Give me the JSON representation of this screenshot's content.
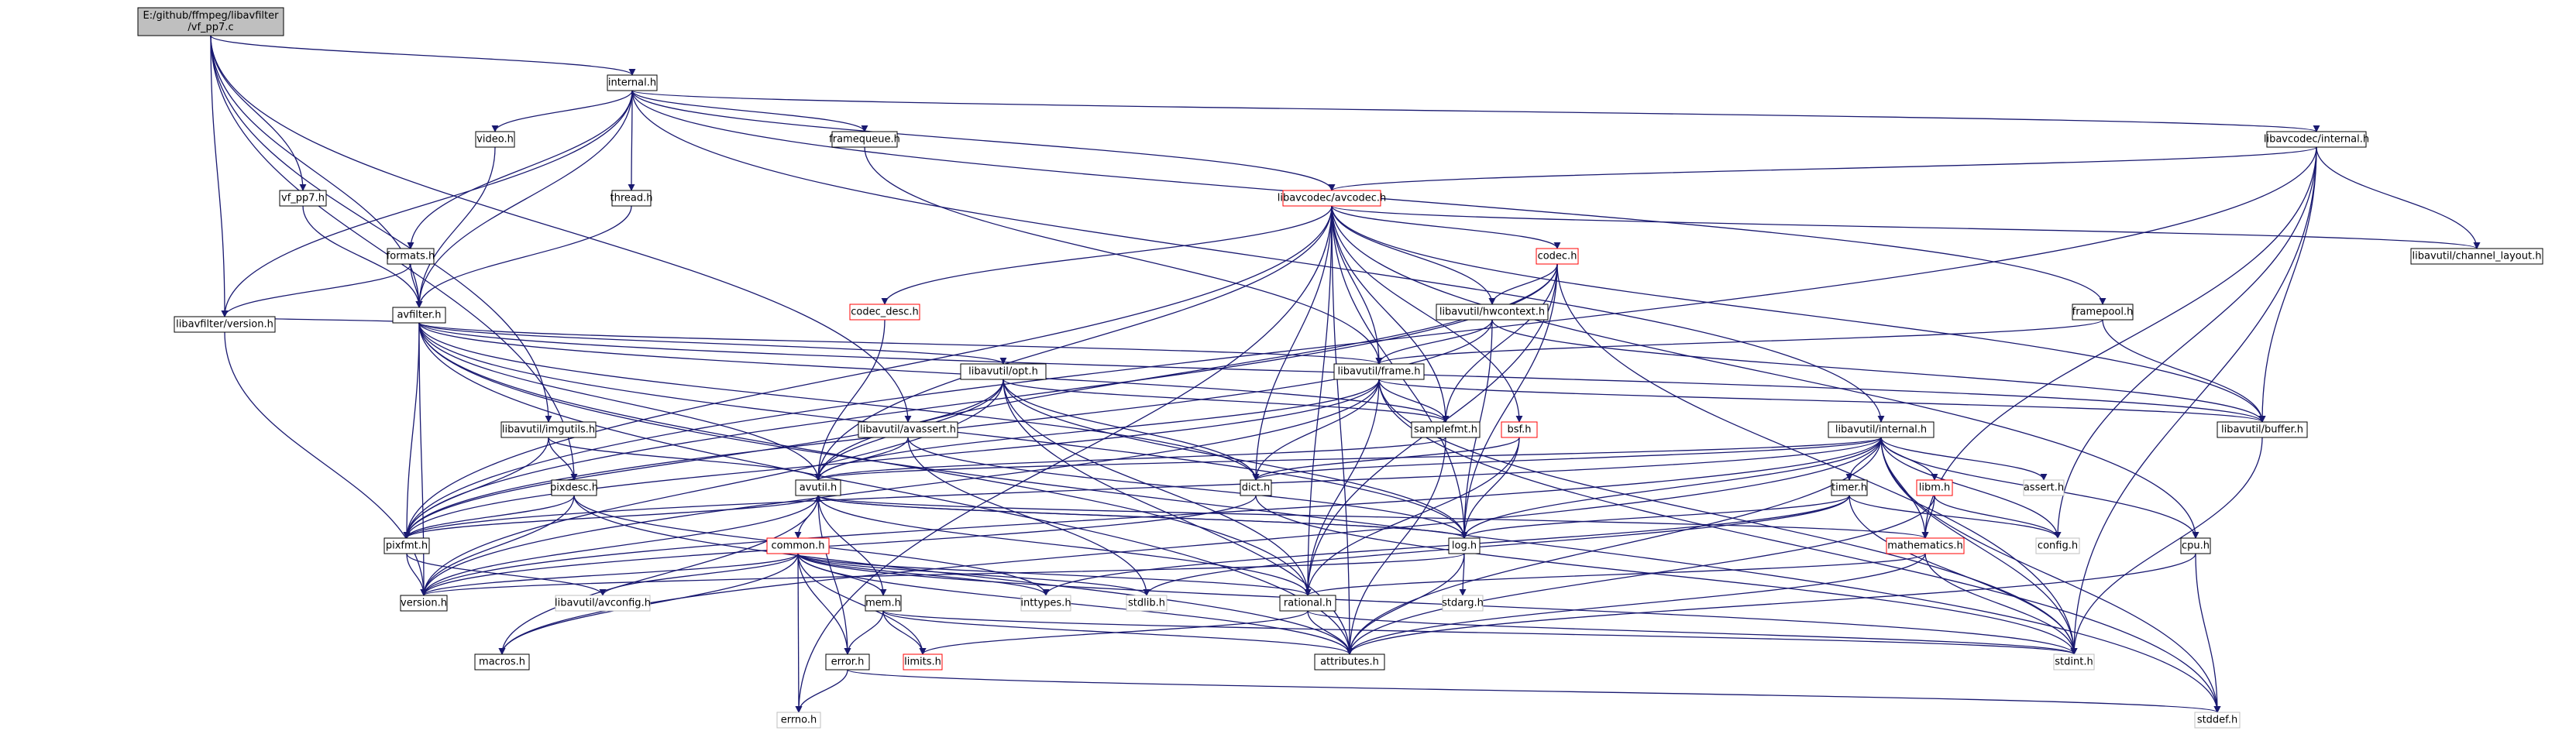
{
  "colors": {
    "edge": "#191970",
    "border_normal": "#000000",
    "border_incomplete": "#ff0000",
    "border_system": "#bfbfbf",
    "root_fill": "#bfbfbf",
    "fill": "#ffffff"
  },
  "nodes": [
    {
      "id": "root",
      "lines": [
        "E:/github/ffmpeg/libavfilter",
        "/vf_pp7.c"
      ],
      "kind": "root"
    },
    {
      "id": "internal",
      "lines": [
        "internal.h"
      ],
      "kind": "normal"
    },
    {
      "id": "vf_pp7",
      "lines": [
        "vf_pp7.h"
      ],
      "kind": "normal"
    },
    {
      "id": "video",
      "lines": [
        "video.h"
      ],
      "kind": "normal"
    },
    {
      "id": "framequeue",
      "lines": [
        "framequeue.h"
      ],
      "kind": "normal"
    },
    {
      "id": "thread",
      "lines": [
        "thread.h"
      ],
      "kind": "normal"
    },
    {
      "id": "formats",
      "lines": [
        "formats.h"
      ],
      "kind": "normal"
    },
    {
      "id": "avfilter",
      "lines": [
        "avfilter.h"
      ],
      "kind": "normal"
    },
    {
      "id": "lavfi_version",
      "lines": [
        "libavfilter/version.h"
      ],
      "kind": "normal"
    },
    {
      "id": "lavc_internal",
      "lines": [
        "libavcodec/internal.h"
      ],
      "kind": "normal"
    },
    {
      "id": "avcodec",
      "lines": [
        "libavcodec/avcodec.h"
      ],
      "kind": "incomplete"
    },
    {
      "id": "codec",
      "lines": [
        "codec.h"
      ],
      "kind": "incomplete"
    },
    {
      "id": "codec_desc",
      "lines": [
        "codec_desc.h"
      ],
      "kind": "incomplete"
    },
    {
      "id": "hwcontext",
      "lines": [
        "libavutil/hwcontext.h"
      ],
      "kind": "normal"
    },
    {
      "id": "framepool",
      "lines": [
        "framepool.h"
      ],
      "kind": "normal"
    },
    {
      "id": "channel_layout",
      "lines": [
        "libavutil/channel_layout.h"
      ],
      "kind": "normal"
    },
    {
      "id": "opt",
      "lines": [
        "libavutil/opt.h"
      ],
      "kind": "normal"
    },
    {
      "id": "frame",
      "lines": [
        "libavutil/frame.h"
      ],
      "kind": "normal"
    },
    {
      "id": "buffer",
      "lines": [
        "libavutil/buffer.h"
      ],
      "kind": "normal"
    },
    {
      "id": "imgutils",
      "lines": [
        "libavutil/imgutils.h"
      ],
      "kind": "normal"
    },
    {
      "id": "avassert",
      "lines": [
        "libavutil/avassert.h"
      ],
      "kind": "normal"
    },
    {
      "id": "samplefmt",
      "lines": [
        "samplefmt.h"
      ],
      "kind": "normal"
    },
    {
      "id": "bsf",
      "lines": [
        "bsf.h"
      ],
      "kind": "incomplete"
    },
    {
      "id": "lavu_internal",
      "lines": [
        "libavutil/internal.h"
      ],
      "kind": "normal"
    },
    {
      "id": "pixdesc",
      "lines": [
        "pixdesc.h"
      ],
      "kind": "normal"
    },
    {
      "id": "avutil",
      "lines": [
        "avutil.h"
      ],
      "kind": "normal"
    },
    {
      "id": "dict",
      "lines": [
        "dict.h"
      ],
      "kind": "normal"
    },
    {
      "id": "timer",
      "lines": [
        "timer.h"
      ],
      "kind": "normal"
    },
    {
      "id": "libm",
      "lines": [
        "libm.h"
      ],
      "kind": "incomplete"
    },
    {
      "id": "assert",
      "lines": [
        "assert.h"
      ],
      "kind": "system"
    },
    {
      "id": "pixfmt",
      "lines": [
        "pixfmt.h"
      ],
      "kind": "normal"
    },
    {
      "id": "log",
      "lines": [
        "log.h"
      ],
      "kind": "normal"
    },
    {
      "id": "config",
      "lines": [
        "config.h"
      ],
      "kind": "system"
    },
    {
      "id": "cpu",
      "lines": [
        "cpu.h"
      ],
      "kind": "normal"
    },
    {
      "id": "mathematics",
      "lines": [
        "mathematics.h"
      ],
      "kind": "incomplete"
    },
    {
      "id": "common",
      "lines": [
        "common.h"
      ],
      "kind": "incomplete"
    },
    {
      "id": "version",
      "lines": [
        "version.h"
      ],
      "kind": "normal"
    },
    {
      "id": "avconfig",
      "lines": [
        "libavutil/avconfig.h"
      ],
      "kind": "system"
    },
    {
      "id": "mem",
      "lines": [
        "mem.h"
      ],
      "kind": "normal"
    },
    {
      "id": "inttypes",
      "lines": [
        "inttypes.h"
      ],
      "kind": "system"
    },
    {
      "id": "stdlib",
      "lines": [
        "stdlib.h"
      ],
      "kind": "system"
    },
    {
      "id": "rational",
      "lines": [
        "rational.h"
      ],
      "kind": "normal"
    },
    {
      "id": "stdarg",
      "lines": [
        "stdarg.h"
      ],
      "kind": "system"
    },
    {
      "id": "macros",
      "lines": [
        "macros.h"
      ],
      "kind": "normal"
    },
    {
      "id": "error",
      "lines": [
        "error.h"
      ],
      "kind": "normal"
    },
    {
      "id": "limits",
      "lines": [
        "limits.h"
      ],
      "kind": "incomplete"
    },
    {
      "id": "attributes",
      "lines": [
        "attributes.h"
      ],
      "kind": "normal"
    },
    {
      "id": "stdint",
      "lines": [
        "stdint.h"
      ],
      "kind": "system"
    },
    {
      "id": "errno",
      "lines": [
        "errno.h"
      ],
      "kind": "system"
    },
    {
      "id": "stddef",
      "lines": [
        "stddef.h"
      ],
      "kind": "system"
    }
  ],
  "edges": [
    [
      "root",
      "internal"
    ],
    [
      "root",
      "vf_pp7"
    ],
    [
      "root",
      "avfilter"
    ],
    [
      "root",
      "lavfi_version"
    ],
    [
      "root",
      "pixdesc"
    ],
    [
      "root",
      "imgutils"
    ],
    [
      "root",
      "avassert"
    ],
    [
      "internal",
      "video"
    ],
    [
      "internal",
      "framequeue"
    ],
    [
      "internal",
      "thread"
    ],
    [
      "internal",
      "formats"
    ],
    [
      "internal",
      "avfilter"
    ],
    [
      "internal",
      "lavfi_version"
    ],
    [
      "internal",
      "lavc_internal"
    ],
    [
      "internal",
      "avcodec"
    ],
    [
      "internal",
      "framepool"
    ],
    [
      "internal",
      "lavu_internal"
    ],
    [
      "vf_pp7",
      "avfilter"
    ],
    [
      "video",
      "avfilter"
    ],
    [
      "framequeue",
      "frame"
    ],
    [
      "thread",
      "avfilter"
    ],
    [
      "formats",
      "avfilter"
    ],
    [
      "formats",
      "lavfi_version"
    ],
    [
      "lavc_internal",
      "avcodec"
    ],
    [
      "lavc_internal",
      "channel_layout"
    ],
    [
      "lavc_internal",
      "buffer"
    ],
    [
      "lavc_internal",
      "pixfmt"
    ],
    [
      "lavc_internal",
      "mathematics"
    ],
    [
      "lavc_internal",
      "config"
    ],
    [
      "lavc_internal",
      "stdint"
    ],
    [
      "avcodec",
      "codec"
    ],
    [
      "avcodec",
      "codec_desc"
    ],
    [
      "avcodec",
      "hwcontext"
    ],
    [
      "avcodec",
      "frame"
    ],
    [
      "avcodec",
      "samplefmt"
    ],
    [
      "avcodec",
      "bsf"
    ],
    [
      "avcodec",
      "avutil"
    ],
    [
      "avcodec",
      "dict"
    ],
    [
      "avcodec",
      "log"
    ],
    [
      "avcodec",
      "pixfmt"
    ],
    [
      "avcodec",
      "rational"
    ],
    [
      "avcodec",
      "attributes"
    ],
    [
      "avcodec",
      "buffer"
    ],
    [
      "avcodec",
      "cpu"
    ],
    [
      "avcodec",
      "channel_layout"
    ],
    [
      "avcodec",
      "errno"
    ],
    [
      "codec",
      "hwcontext"
    ],
    [
      "codec",
      "log"
    ],
    [
      "codec",
      "pixfmt"
    ],
    [
      "codec",
      "rational"
    ],
    [
      "codec",
      "samplefmt"
    ],
    [
      "codec",
      "avutil"
    ],
    [
      "codec",
      "stdint"
    ],
    [
      "codec_desc",
      "avutil"
    ],
    [
      "hwcontext",
      "buffer"
    ],
    [
      "hwcontext",
      "frame"
    ],
    [
      "hwcontext",
      "log"
    ],
    [
      "hwcontext",
      "pixfmt"
    ],
    [
      "framepool",
      "frame"
    ],
    [
      "framepool",
      "buffer"
    ],
    [
      "avfilter",
      "lavfi_version"
    ],
    [
      "avfilter",
      "opt"
    ],
    [
      "avfilter",
      "frame"
    ],
    [
      "avfilter",
      "avutil"
    ],
    [
      "avfilter",
      "buffer"
    ],
    [
      "avfilter",
      "dict"
    ],
    [
      "avfilter",
      "log"
    ],
    [
      "avfilter",
      "pixfmt"
    ],
    [
      "avfilter",
      "rational"
    ],
    [
      "avfilter",
      "samplefmt"
    ],
    [
      "avfilter",
      "version"
    ],
    [
      "avfilter",
      "attributes"
    ],
    [
      "avfilter",
      "stddef"
    ],
    [
      "lavfi_version",
      "version"
    ],
    [
      "opt",
      "avutil"
    ],
    [
      "opt",
      "dict"
    ],
    [
      "opt",
      "log"
    ],
    [
      "opt",
      "pixfmt"
    ],
    [
      "opt",
      "rational"
    ],
    [
      "opt",
      "samplefmt"
    ],
    [
      "opt",
      "version"
    ],
    [
      "opt",
      "attributes"
    ],
    [
      "frame",
      "avutil"
    ],
    [
      "frame",
      "buffer"
    ],
    [
      "frame",
      "dict"
    ],
    [
      "frame",
      "rational"
    ],
    [
      "frame",
      "samplefmt"
    ],
    [
      "frame",
      "pixfmt"
    ],
    [
      "frame",
      "version"
    ],
    [
      "frame",
      "stdint"
    ],
    [
      "frame",
      "stddef"
    ],
    [
      "buffer",
      "stdint"
    ],
    [
      "imgutils",
      "avutil"
    ],
    [
      "imgutils",
      "pixdesc"
    ],
    [
      "imgutils",
      "pixfmt"
    ],
    [
      "avassert",
      "avutil"
    ],
    [
      "avassert",
      "log"
    ],
    [
      "avassert",
      "stdlib"
    ],
    [
      "samplefmt",
      "avutil"
    ],
    [
      "samplefmt",
      "attributes"
    ],
    [
      "bsf",
      "dict"
    ],
    [
      "bsf",
      "log"
    ],
    [
      "bsf",
      "rational"
    ],
    [
      "lavu_internal",
      "timer"
    ],
    [
      "lavu_internal",
      "libm"
    ],
    [
      "lavu_internal",
      "cpu"
    ],
    [
      "lavu_internal",
      "dict"
    ],
    [
      "lavu_internal",
      "pixfmt"
    ],
    [
      "lavu_internal",
      "version"
    ],
    [
      "lavu_internal",
      "attributes"
    ],
    [
      "lavu_internal",
      "config"
    ],
    [
      "lavu_internal",
      "assert"
    ],
    [
      "lavu_internal",
      "stdint"
    ],
    [
      "lavu_internal",
      "stddef"
    ],
    [
      "lavu_internal",
      "macros"
    ],
    [
      "lavu_internal",
      "avutil"
    ],
    [
      "lavu_internal",
      "log"
    ],
    [
      "lavu_internal",
      "mathematics"
    ],
    [
      "pixdesc",
      "pixfmt"
    ],
    [
      "pixdesc",
      "version"
    ],
    [
      "pixdesc",
      "attributes"
    ],
    [
      "pixdesc",
      "inttypes"
    ],
    [
      "avutil",
      "common"
    ],
    [
      "avutil",
      "error"
    ],
    [
      "avutil",
      "rational"
    ],
    [
      "avutil",
      "version"
    ],
    [
      "avutil",
      "macros"
    ],
    [
      "avutil",
      "mathematics"
    ],
    [
      "avutil",
      "log"
    ],
    [
      "avutil",
      "pixfmt"
    ],
    [
      "dict",
      "stdint"
    ],
    [
      "dict",
      "version"
    ],
    [
      "timer",
      "config"
    ],
    [
      "timer",
      "log"
    ],
    [
      "timer",
      "inttypes"
    ],
    [
      "timer",
      "stdlib"
    ],
    [
      "timer",
      "stdint"
    ],
    [
      "libm",
      "config"
    ],
    [
      "libm",
      "attributes"
    ],
    [
      "libm",
      "mathematics"
    ],
    [
      "pixfmt",
      "version"
    ],
    [
      "pixfmt",
      "avconfig"
    ],
    [
      "log",
      "avutil"
    ],
    [
      "log",
      "attributes"
    ],
    [
      "log",
      "version"
    ],
    [
      "log",
      "stdarg"
    ],
    [
      "cpu",
      "attributes"
    ],
    [
      "cpu",
      "stddef"
    ],
    [
      "mathematics",
      "stdint"
    ],
    [
      "mathematics",
      "attributes"
    ],
    [
      "mathematics",
      "rational"
    ],
    [
      "mathematics",
      "intfloat"
    ],
    [
      "common",
      "attributes"
    ],
    [
      "common",
      "macros"
    ],
    [
      "common",
      "version"
    ],
    [
      "common",
      "avconfig"
    ],
    [
      "common",
      "errno"
    ],
    [
      "common",
      "inttypes"
    ],
    [
      "common",
      "limits"
    ],
    [
      "common",
      "stdint"
    ],
    [
      "common",
      "stdlib"
    ],
    [
      "common",
      "mem"
    ],
    [
      "common",
      "error"
    ],
    [
      "common",
      "rational"
    ],
    [
      "mem",
      "attributes"
    ],
    [
      "mem",
      "error"
    ],
    [
      "mem",
      "avutil"
    ],
    [
      "mem",
      "limits"
    ],
    [
      "mem",
      "stdint"
    ],
    [
      "rational",
      "attributes"
    ],
    [
      "rational",
      "limits"
    ],
    [
      "rational",
      "stdint"
    ],
    [
      "error",
      "errno"
    ],
    [
      "error",
      "stddef"
    ]
  ]
}
